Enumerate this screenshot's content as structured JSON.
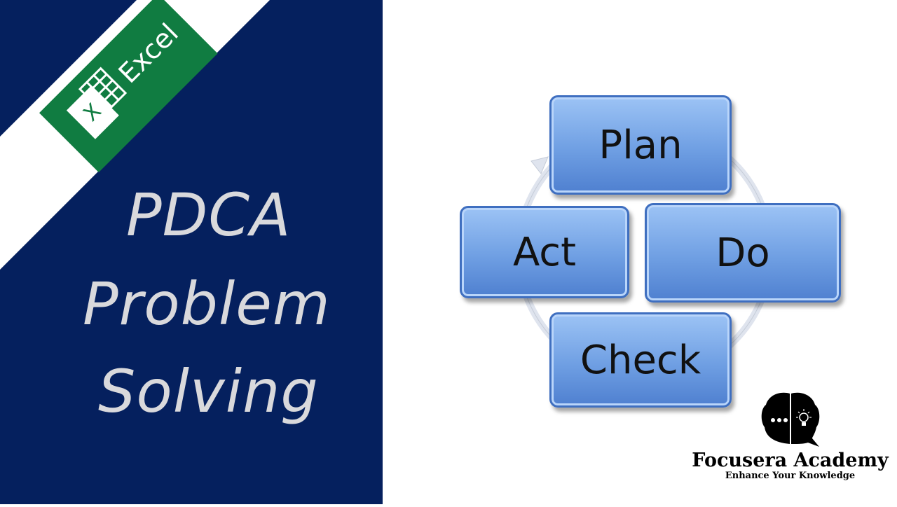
{
  "banner": {
    "excel_label": "Excel",
    "excel_icon_letter": "X",
    "title_lines": [
      "PDCA",
      "Problem",
      "Solving"
    ]
  },
  "cycle": {
    "steps": [
      "Plan",
      "Do",
      "Check",
      "Act"
    ]
  },
  "brand": {
    "name": "Focusera Academy",
    "tagline": "Enhance Your Knowledge"
  },
  "colors": {
    "navy": "#05205e",
    "excel_green": "#107c41",
    "box_blue": "#6f9fe3"
  }
}
